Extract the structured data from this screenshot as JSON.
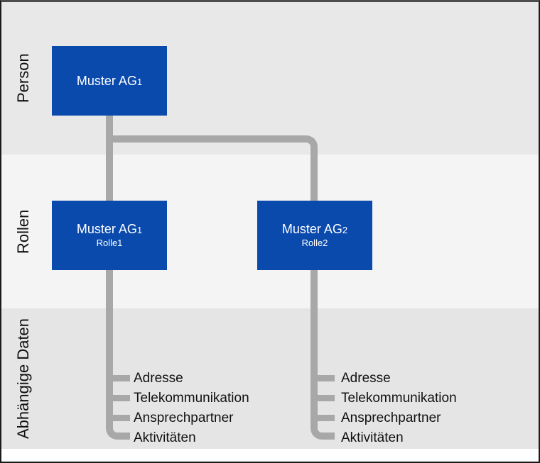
{
  "diagram": {
    "bands": [
      {
        "label": "Person"
      },
      {
        "label": "Rollen"
      },
      {
        "label": "Abhängige Daten"
      }
    ],
    "person_box": {
      "title": "Muster AG",
      "sub": "1"
    },
    "role_boxes": [
      {
        "title": "Muster AG",
        "sub": "1",
        "role": "Rolle1"
      },
      {
        "title": "Muster AG",
        "sub": "2",
        "role": "Rolle2"
      }
    ],
    "dependent_items_left": [
      "Adresse",
      "Telekommunikation",
      "Ansprechpartner",
      "Aktivitäten"
    ],
    "dependent_items_right": [
      "Adresse",
      "Telekommunikation",
      "Ansprechpartner",
      "Aktivitäten"
    ],
    "colors": {
      "box_blue": "#0a4aad",
      "connector_gray": "#a8a8a8",
      "band_outer_gray": "#e8e8e8",
      "band_middle_gray": "#f4f4f4",
      "band_lower_gray": "#e5e5e5"
    }
  }
}
